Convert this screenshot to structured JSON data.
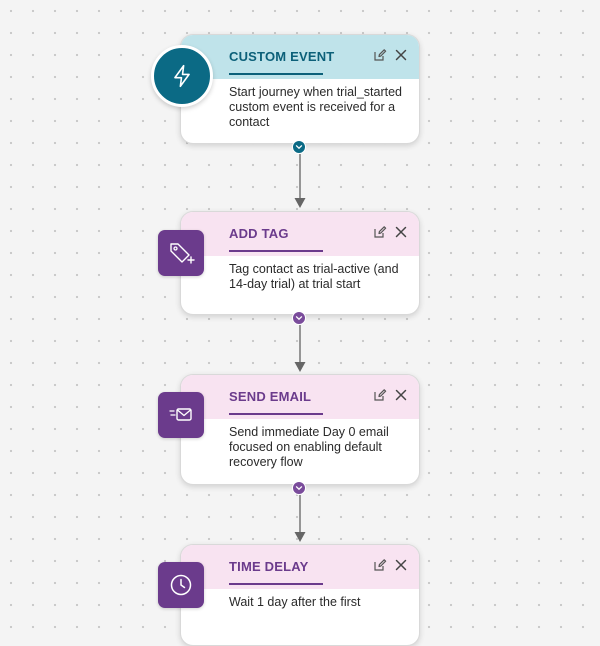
{
  "nodes": [
    {
      "title": "CUSTOM EVENT",
      "description": "Start journey when trial_started custom event is received for a contact",
      "icon": "lightning-icon",
      "theme_color": "#0b6a85"
    },
    {
      "title": "ADD TAG",
      "description": "Tag contact as trial-active (and 14-day trial) at trial start",
      "icon": "tag-icon",
      "theme_color": "#6b3b8c"
    },
    {
      "title": "SEND EMAIL",
      "description": "Send immediate Day 0 email focused on enabling default recovery flow",
      "icon": "email-icon",
      "theme_color": "#6b3b8c"
    },
    {
      "title": "TIME DELAY",
      "description": "Wait 1 day after the first",
      "icon": "clock-icon",
      "theme_color": "#6b3b8c"
    }
  ],
  "colors": {
    "teal_header": "#bfe3ea",
    "pink_header": "#f8e3f1",
    "connector": "#777777"
  }
}
